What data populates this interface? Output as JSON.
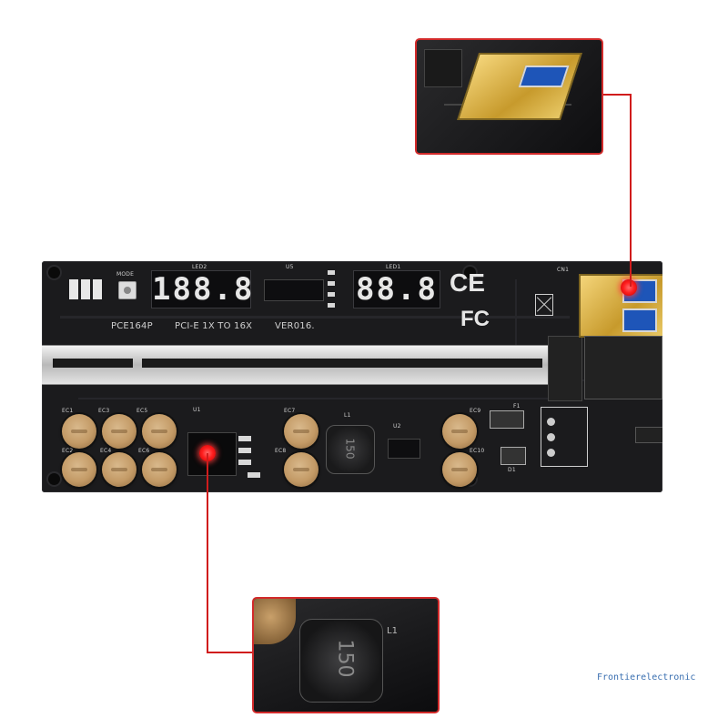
{
  "board": {
    "model_label": "PCE164P",
    "bus_label": "PCI-E 1X TO 16X",
    "version_label": "VER016.",
    "mode_label": "MODE",
    "led2_label": "LED2",
    "led1_label": "LED1",
    "u5_label": "U5",
    "u1_label": "U1",
    "u2_label": "U2",
    "l1_label": "L1",
    "cn1_label": "CN1",
    "f1_label": "F1",
    "d1_label": "D1",
    "display_left": "188.8",
    "display_right": "88.8",
    "ce_mark": "CE",
    "fc_mark": "FC",
    "cap_labels": [
      "EC1",
      "EC3",
      "EC5",
      "EC2",
      "EC4",
      "EC6",
      "EC7",
      "EC8",
      "EC9",
      "EC10"
    ],
    "inductor_marking": "150"
  },
  "insets": {
    "usb_detail_alt": "USB 3.0 port close-up",
    "inductor_detail_marking": "150",
    "inductor_detail_label": "L1"
  },
  "watermark": "Frontierelectronic"
}
